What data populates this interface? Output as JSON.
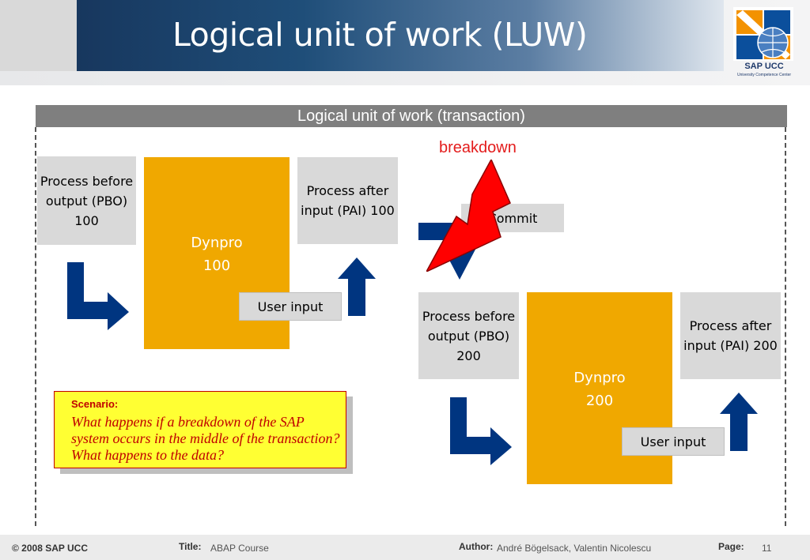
{
  "slide": {
    "title": "Logical unit of work (LUW)",
    "logo_text": "SAP UCC",
    "logo_subtext": "University Competence Center",
    "luw_bar_label": "Logical unit of work (transaction)",
    "breakdown_label": "breakdown"
  },
  "step1": {
    "pbo_label": "Process before output (PBO) 100",
    "dynpro_line1": "Dynpro",
    "dynpro_line2": "100",
    "pai_label": "Process after input (PAI) 100",
    "user_input_label": "User input"
  },
  "commit_label": "Commit",
  "step2": {
    "pbo_label": "Process before output (PBO) 200",
    "dynpro_line1": "Dynpro",
    "dynpro_line2": "200",
    "pai_label": "Process after input (PAI) 200",
    "user_input_label": "User input"
  },
  "scenario": {
    "heading": "Scenario:",
    "text": "What happens if a breakdown of the SAP system occurs in the middle of the transaction? What happens to the data?"
  },
  "footer": {
    "copyright": "© 2008 SAP UCC",
    "title_label": "Title:",
    "title_value": "ABAP Course",
    "author_label": "Author:",
    "author_value": "André Bögelsack, Valentin Nicolescu",
    "page_label": "Page:",
    "page_value": "11"
  },
  "colors": {
    "header_blue": "#1f4e79",
    "box_gray": "#d9d9d9",
    "dynpro_gold": "#f0a800",
    "arrow_navy": "#003580",
    "bolt_red": "#ff0000",
    "scenario_yellow": "#ffff33",
    "scenario_text_red": "#c00000"
  },
  "icons": [
    "sap-ucc-logo-icon",
    "lightning-bolt-icon",
    "flow-arrow-icon"
  ]
}
